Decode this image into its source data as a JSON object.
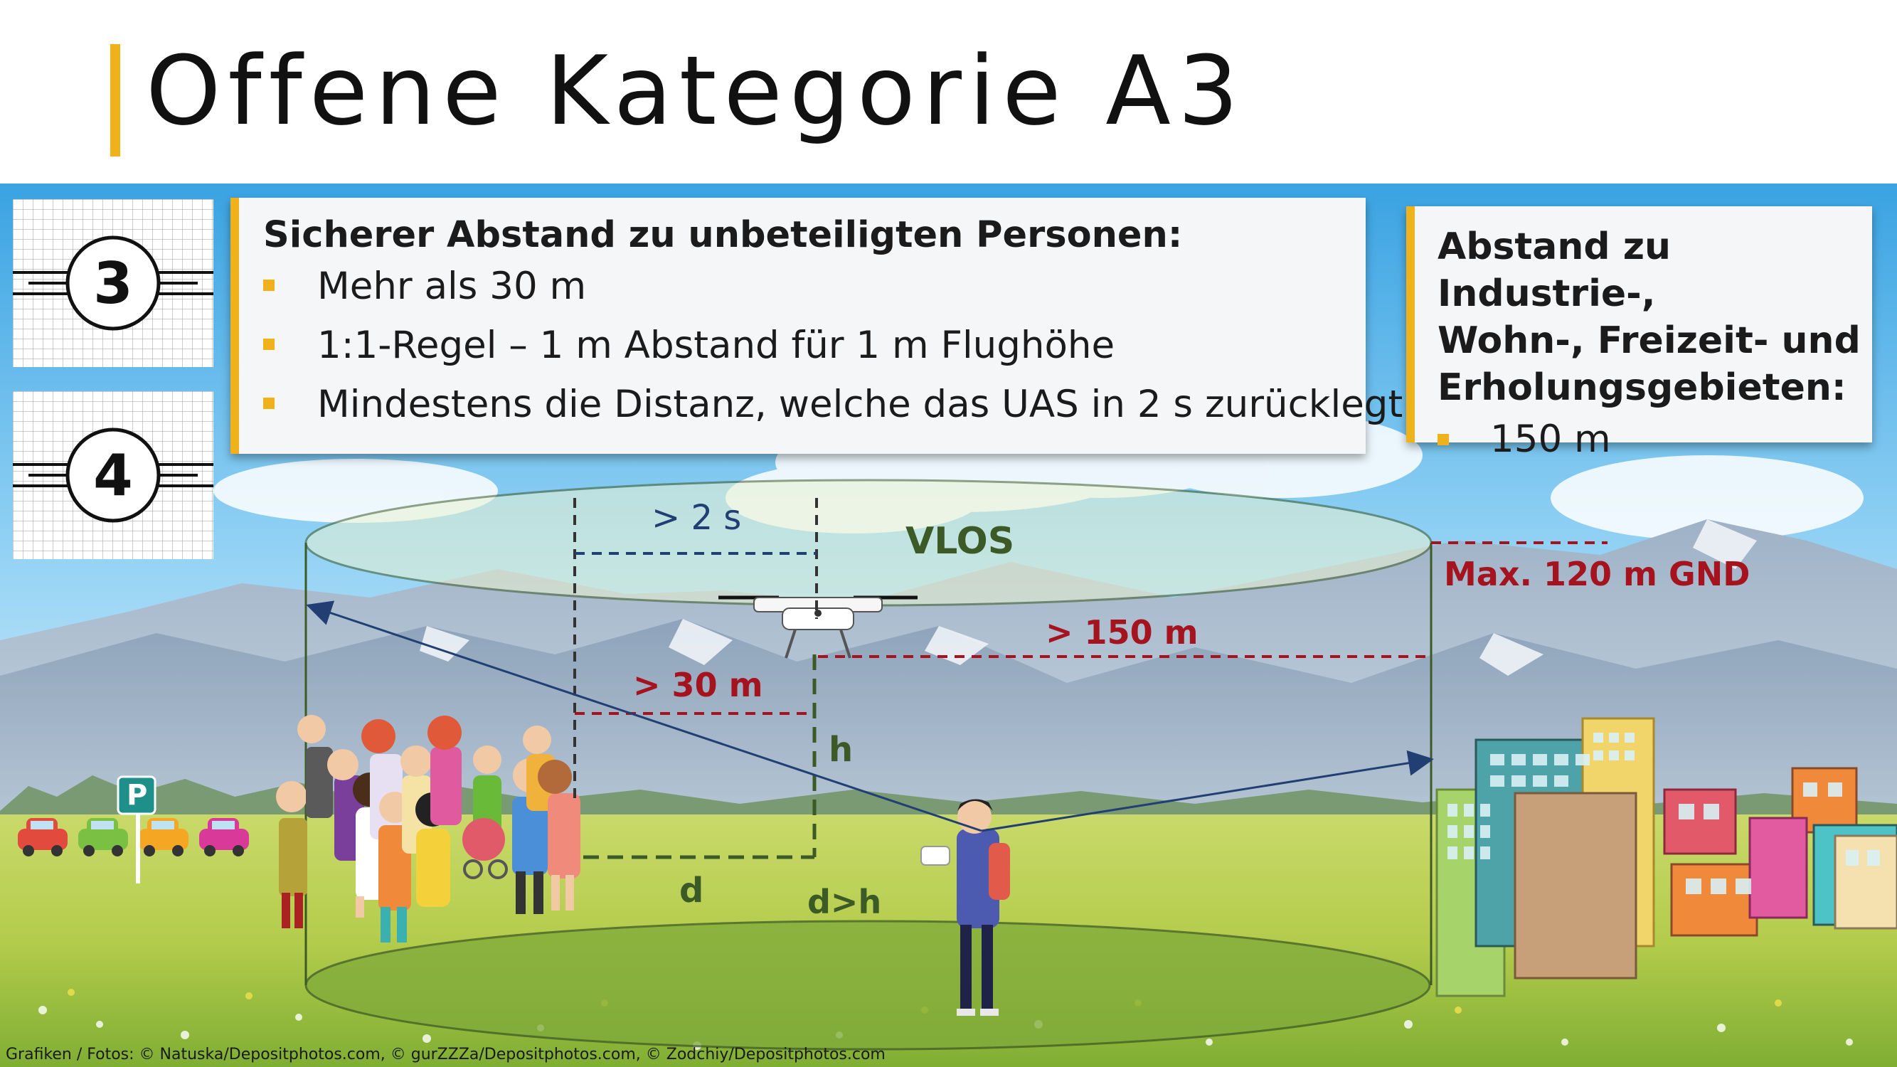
{
  "title": "Offene Kategorie A3",
  "badges": [
    {
      "number": "3"
    },
    {
      "number": "4"
    }
  ],
  "main_box": {
    "heading": "Sicherer Abstand zu unbeteiligten Personen:",
    "items": [
      "Mehr als 30 m",
      "1:1-Regel – 1 m Abstand für 1 m Flughöhe",
      "Mindestens die Distanz, welche das UAS in 2 s zurücklegt"
    ]
  },
  "side_box": {
    "heading_lines": [
      "Abstand zu Industrie-,",
      "Wohn-, Freizeit- und",
      "Erholungsgebieten:"
    ],
    "items": [
      "150 m"
    ]
  },
  "diagram": {
    "vlos": "VLOS",
    "time": "> 2 s",
    "dist_people": "> 30 m",
    "dist_areas": "> 150 m",
    "max_height": "Max. 120 m GND",
    "h": "h",
    "d": "d",
    "rule": "d>h",
    "parking": "P"
  },
  "colors": {
    "accent": "#f0b21b",
    "green": "#3c5a25",
    "red": "#a4131e",
    "navy": "#223f73"
  },
  "credit": "Grafiken / Fotos: © Natuska/Depositphotos.com, © gurZZZa/Depositphotos.com, © Zodchiy/Depositphotos.com"
}
